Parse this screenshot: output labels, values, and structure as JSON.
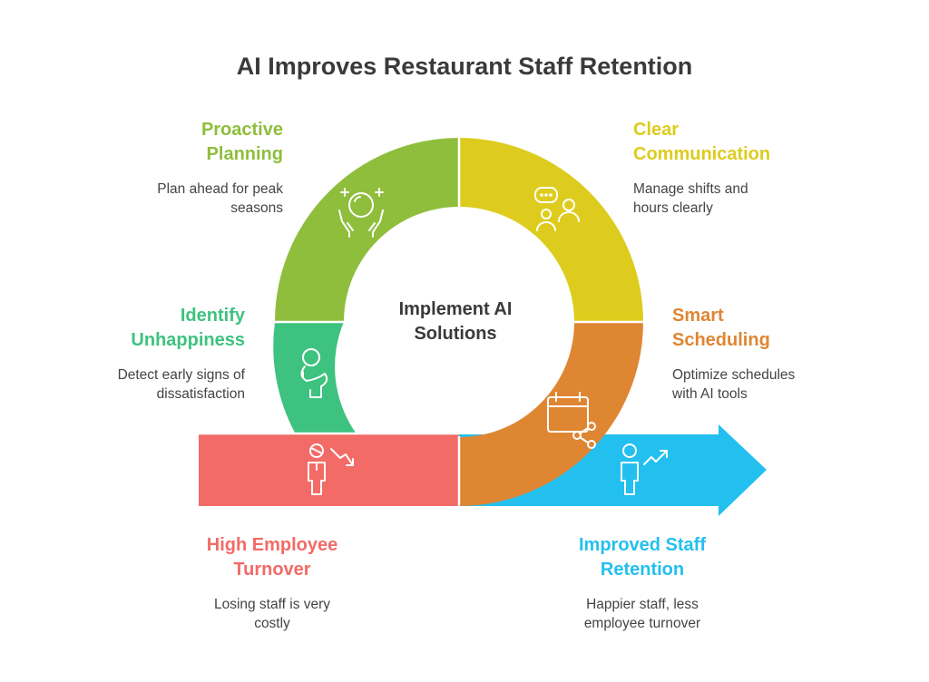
{
  "title": "AI Improves Restaurant Staff Retention",
  "center_label": [
    "Implement AI",
    "Solutions"
  ],
  "colors": {
    "green": "#8fbe3c",
    "yellow": "#ddcc1d",
    "teal": "#3ec27f",
    "orange": "#df8633",
    "red": "#f26b67",
    "blue": "#23c0ef"
  },
  "steps": {
    "proactive_planning": {
      "heading": [
        "Proactive",
        "Planning"
      ],
      "description": [
        "Plan ahead for peak",
        "seasons"
      ],
      "icon": "crystal-ball-hands-icon"
    },
    "clear_communication": {
      "heading": [
        "Clear",
        "Communication"
      ],
      "description": [
        "Manage shifts and",
        "hours clearly"
      ],
      "icon": "people-chat-icon"
    },
    "identify_unhappiness": {
      "heading": [
        "Identify",
        "Unhappiness"
      ],
      "description": [
        "Detect early signs of",
        "dissatisfaction"
      ],
      "icon": "person-head-icon"
    },
    "smart_scheduling": {
      "heading": [
        "Smart",
        "Scheduling"
      ],
      "description": [
        "Optimize schedules",
        "with AI tools"
      ],
      "icon": "calendar-share-icon"
    },
    "high_turnover": {
      "heading": [
        "High Employee",
        "Turnover"
      ],
      "description": [
        "Losing staff is very",
        "costly"
      ],
      "icon": "person-decline-icon"
    },
    "improved_retention": {
      "heading": [
        "Improved Staff",
        "Retention"
      ],
      "description": [
        "Happier staff, less",
        "employee turnover"
      ],
      "icon": "person-growth-icon"
    }
  }
}
